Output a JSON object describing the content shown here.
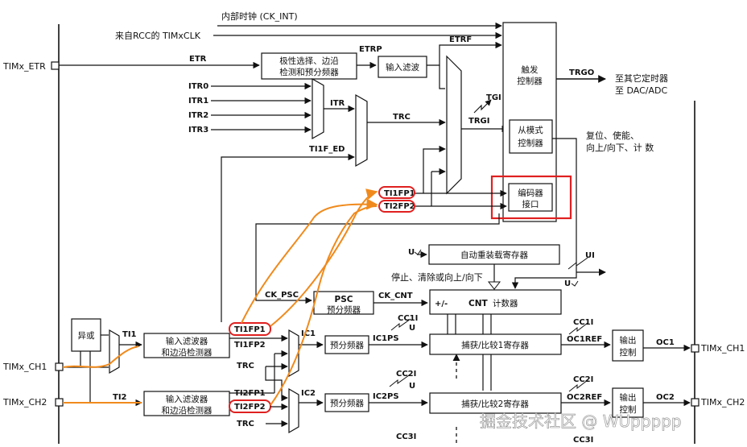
{
  "labels": {
    "ck_int": "内部时钟 (CK_INT)",
    "rcc_clk": "来自RCC的 TIMxCLK",
    "timx_etr": "TIMx_ETR",
    "etr": "ETR",
    "etrp": "ETRP",
    "etrf": "ETRF",
    "itr0": "ITR0",
    "itr1": "ITR1",
    "itr2": "ITR2",
    "itr3": "ITR3",
    "itr": "ITR",
    "trc": "TRC",
    "ti1f_ed": "TI1F_ED",
    "tgi": "TGI",
    "trgi": "TRGI",
    "trgo": "TRGO",
    "ti1fp1_top": "TI1FP1",
    "ti2fp2_top": "TI2FP2",
    "u_arr": "U",
    "ui": "UI",
    "u_ui": "U",
    "ck_psc": "CK_PSC",
    "ck_cnt": "CK_CNT",
    "plus_minus": "+/-",
    "ti1": "TI1",
    "ti2": "TI2",
    "ti1fp1": "TI1FP1",
    "ti1fp2": "TI1FP2",
    "trc_1": "TRC",
    "ti2fp1": "TI2FP1",
    "ti2fp2": "TI2FP2",
    "trc_2": "TRC",
    "ic1": "IC1",
    "ic2": "IC2",
    "ic1ps": "IC1PS",
    "ic2ps": "IC2PS",
    "cc1i_a": "CC1I",
    "u_c1": "U",
    "cc1i_b": "CC1I",
    "oc1ref": "OC1REF",
    "oc1": "OC1",
    "timx_ch1_out": "TIMx_CH1",
    "cc2i_a": "CC2I",
    "u_c2": "U",
    "cc2i_b": "CC2I",
    "oc2ref": "OC2REF",
    "oc2": "OC2",
    "timx_ch2_out": "TIMx_CH2",
    "timx_ch1_in": "TIMx_CH1",
    "timx_ch2_in": "TIMx_CH2",
    "cc3i_a": "CC3I",
    "cc3i_b": "CC3I"
  },
  "blocks": {
    "polarity": [
      "极性选择、边沿",
      "检测和预分频器"
    ],
    "input_filter": "输入滤波",
    "trigger_ctrl": [
      "触发",
      "控制器"
    ],
    "slave_ctrl": [
      "从模式",
      "控制器"
    ],
    "encoder": [
      "编码器",
      "接口"
    ],
    "auto_reload": "自动重装载寄存器",
    "psc": [
      "PSC",
      "预分频器"
    ],
    "cnt_title": "CNT",
    "cnt_sub": "计数器",
    "xor": "异或",
    "in_filter_1": [
      "输入滤波器",
      "和边沿检测器"
    ],
    "in_filter_2": [
      "输入滤波器",
      "和边沿检测器"
    ],
    "prescaler_1": "预分频器",
    "prescaler_2": "预分频器",
    "capture_1": "捕获/比较1寄存器",
    "capture_2": "捕获/比较2寄存器",
    "out_ctrl_1": [
      "输出",
      "控制"
    ],
    "out_ctrl_2": [
      "输出",
      "控制"
    ]
  },
  "notes": {
    "to_other_timer": "至其它定时器",
    "to_dac": "至 DAC/ADC",
    "slave_note_1": "复位、使能、",
    "slave_note_2": "向上/向下、计 数",
    "stop_note": "停止、清除或向上/向下"
  },
  "watermark": "掘金技术社区 @ WUppppp",
  "colors": {
    "line": "#111111",
    "highlight_red": "#e02020",
    "orange": "#f08a1c",
    "block_fill": "#ffffff"
  }
}
